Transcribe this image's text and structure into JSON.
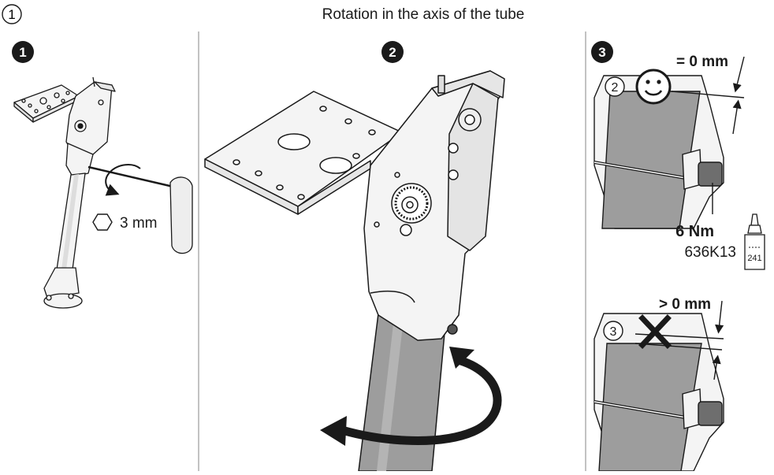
{
  "header": {
    "section_number": "1",
    "title": "Rotation in the axis of the tube"
  },
  "panels": [
    {
      "step": "1",
      "tool_size": "3 mm"
    },
    {
      "step": "2"
    },
    {
      "step": "3",
      "good": {
        "badge": "2",
        "gap_label": "= 0 mm",
        "torque": "6 Nm",
        "adhesive_code": "636K13",
        "bottle_label": "241"
      },
      "bad": {
        "badge": "3",
        "gap_label": "> 0 mm"
      }
    }
  ],
  "colors": {
    "line": "#1a1a1a",
    "tube": "#9d9d9d",
    "tube_dark": "#8a8a8a",
    "part": "#f4f4f4",
    "divider": "#999999",
    "knob": "#6e6e6e"
  }
}
